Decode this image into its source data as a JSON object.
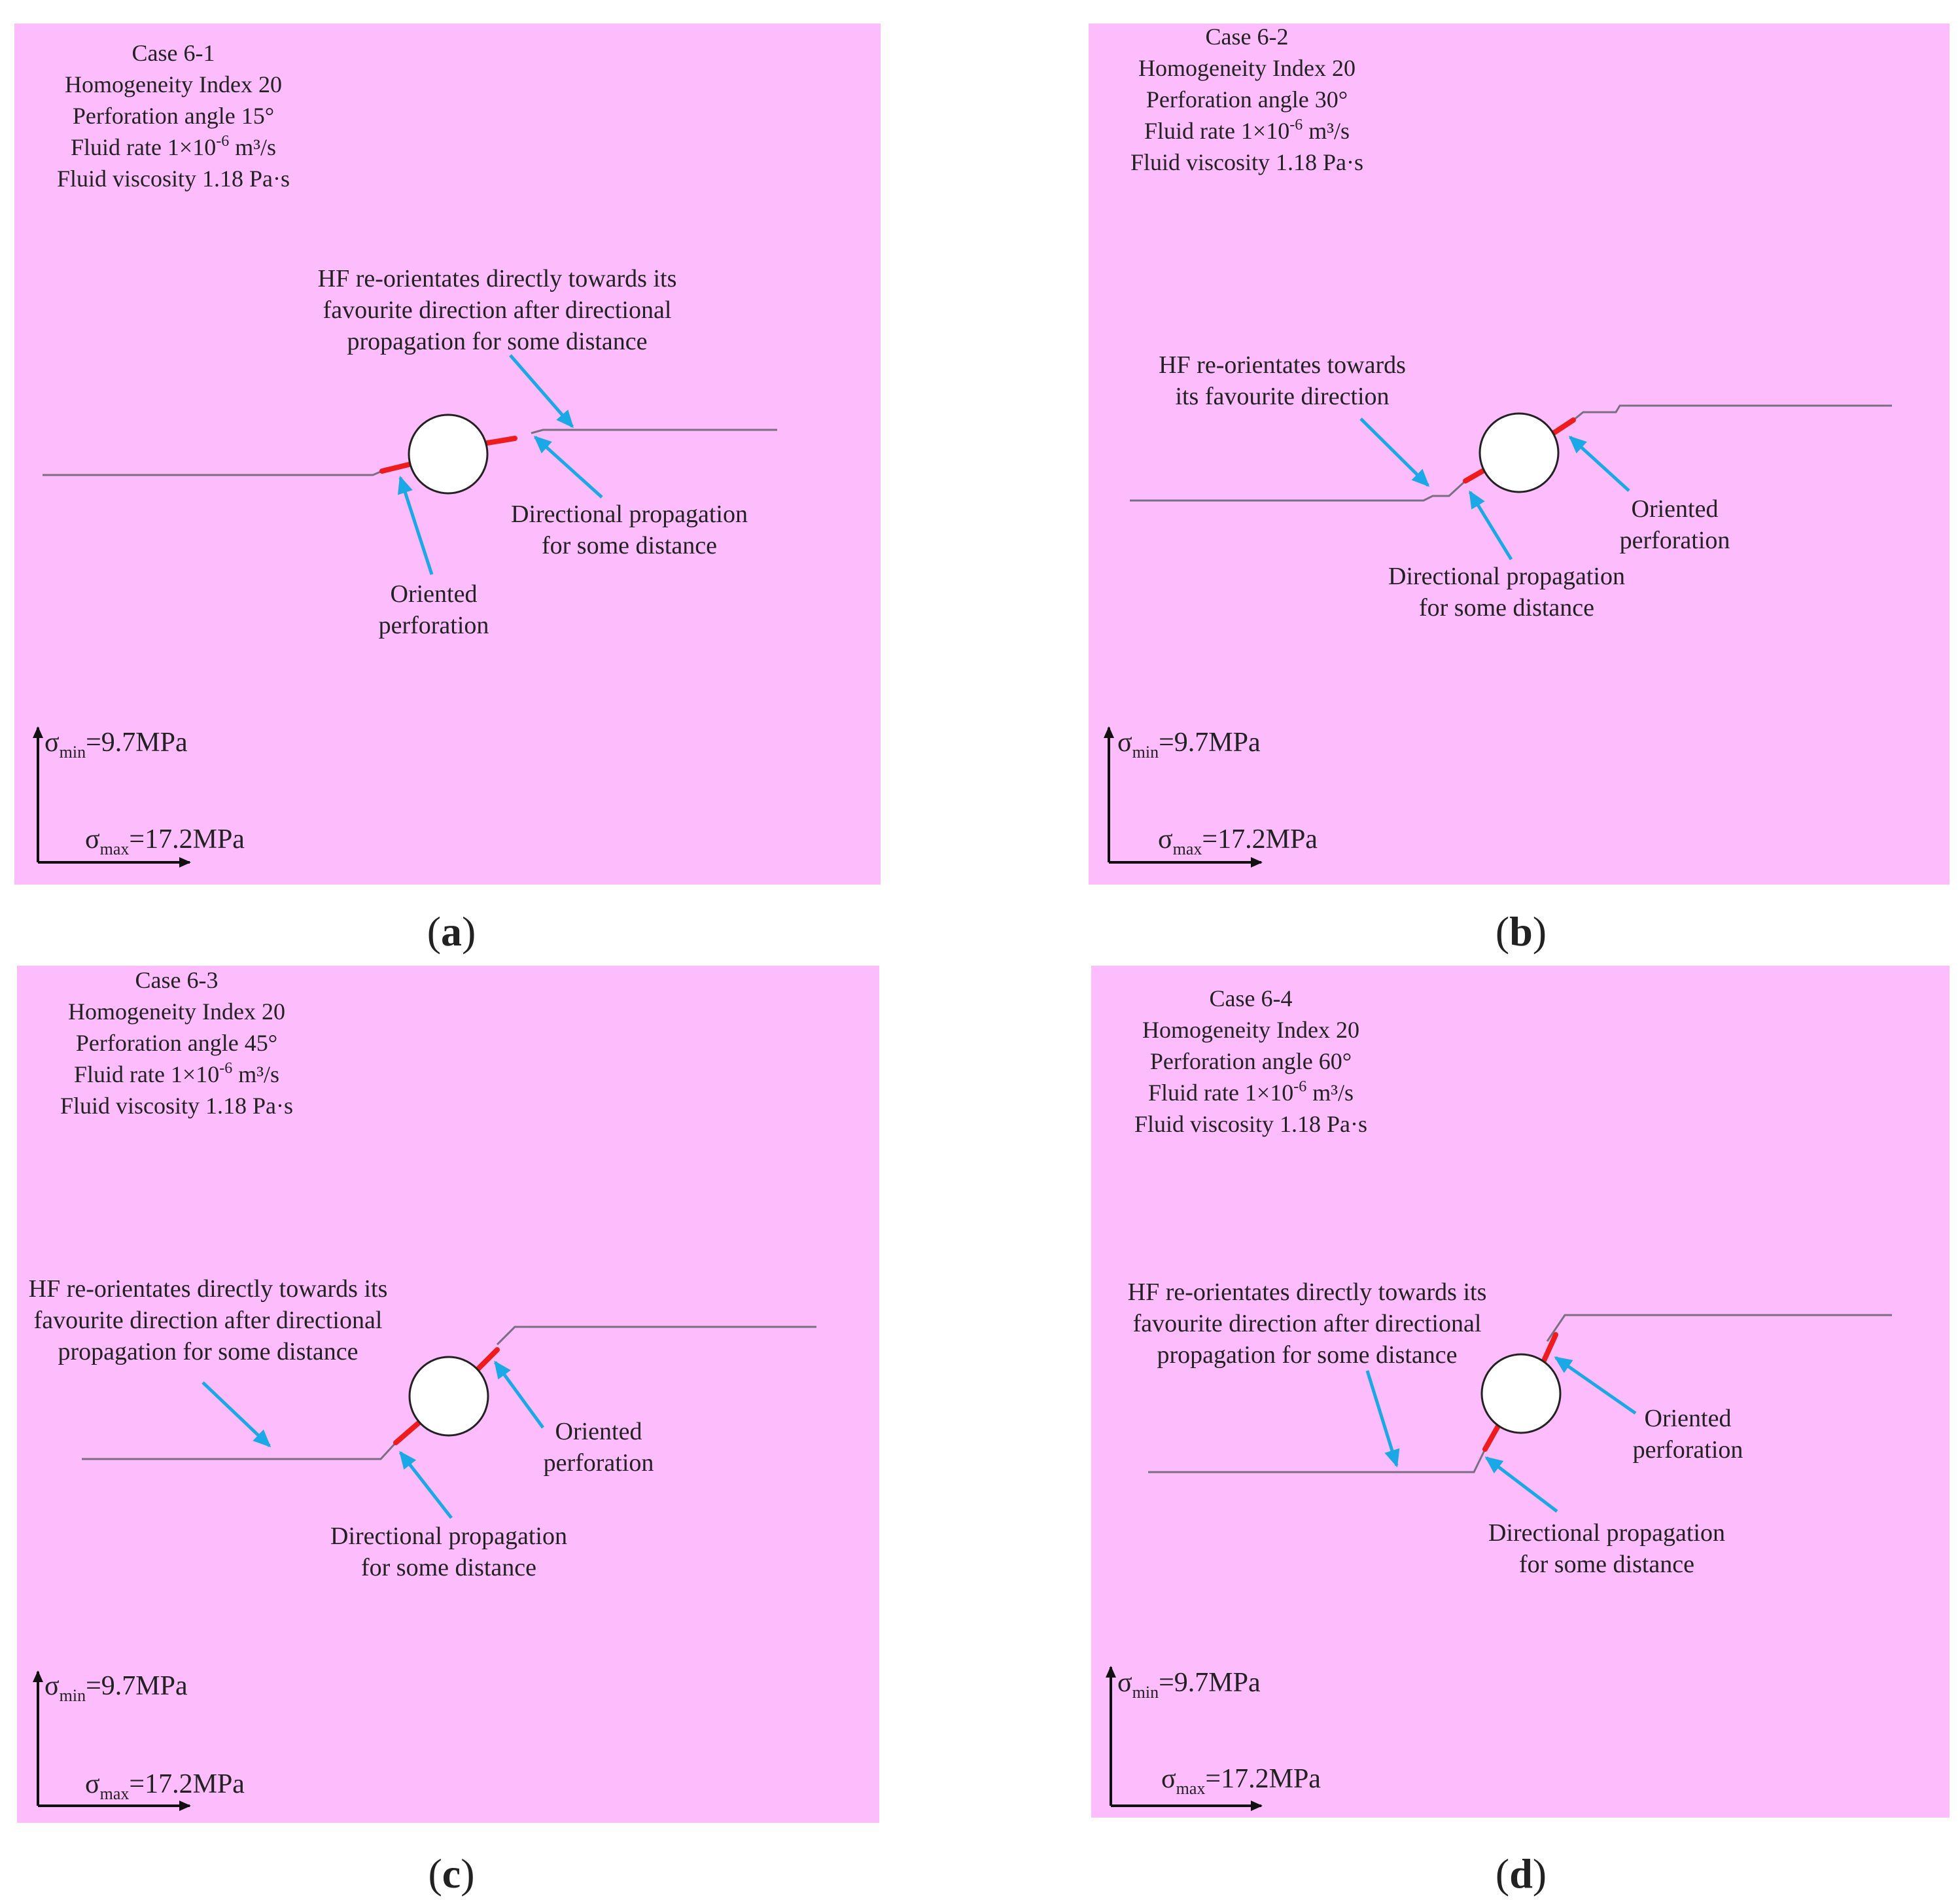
{
  "colors": {
    "background": "#fdbdfd",
    "fracture": "#7a6f82",
    "perforation": "#ee1c1c",
    "arrow": "#1aa8e6",
    "wellbore_fill": "#ffffff",
    "axes": "#111111"
  },
  "stress": {
    "sigma": "σ",
    "min_sub": "min",
    "min_value": "=9.7MPa",
    "max_sub": "max",
    "max_value": "=17.2MPa"
  },
  "panels": [
    {
      "id": "a",
      "label": "a",
      "perforation_angle_deg": 15,
      "info": {
        "case": "Case 6-1",
        "homogeneity": "Homogeneity Index 20",
        "perforation": "Perforation angle 15°",
        "fluid_rate_prefix": "Fluid rate 1×10",
        "fluid_rate_exp": "-6",
        "fluid_rate_unit": " m³/s",
        "viscosity": "Fluid viscosity 1.18 Pa·s"
      },
      "annotations": {
        "reorient": [
          "HF re-orientates directly towards its",
          "favourite direction after directional",
          "propagation for some distance"
        ],
        "directional": [
          "Directional propagation",
          "for some distance"
        ],
        "oriented": [
          "Oriented",
          "perforation"
        ]
      }
    },
    {
      "id": "b",
      "label": "b",
      "perforation_angle_deg": 30,
      "info": {
        "case": "Case 6-2",
        "homogeneity": "Homogeneity Index 20",
        "perforation": "Perforation angle 30°",
        "fluid_rate_prefix": "Fluid rate 1×10",
        "fluid_rate_exp": "-6",
        "fluid_rate_unit": " m³/s",
        "viscosity": "Fluid viscosity 1.18 Pa·s"
      },
      "annotations": {
        "reorient": [
          "HF re-orientates towards",
          "its favourite direction"
        ],
        "directional": [
          "Directional propagation",
          "for some distance"
        ],
        "oriented": [
          "Oriented",
          "perforation"
        ]
      }
    },
    {
      "id": "c",
      "label": "c",
      "perforation_angle_deg": 45,
      "info": {
        "case": "Case 6-3",
        "homogeneity": "Homogeneity Index 20",
        "perforation": "Perforation angle 45°",
        "fluid_rate_prefix": "Fluid rate 1×10",
        "fluid_rate_exp": "-6",
        "fluid_rate_unit": " m³/s",
        "viscosity": "Fluid viscosity 1.18 Pa·s"
      },
      "annotations": {
        "reorient": [
          "HF re-orientates directly towards its",
          "favourite direction after directional",
          "propagation for some distance"
        ],
        "directional": [
          "Directional propagation",
          "for some distance"
        ],
        "oriented": [
          "Oriented",
          "perforation"
        ]
      }
    },
    {
      "id": "d",
      "label": "d",
      "perforation_angle_deg": 60,
      "info": {
        "case": "Case 6-4",
        "homogeneity": "Homogeneity Index 20",
        "perforation": "Perforation angle 60°",
        "fluid_rate_prefix": "Fluid rate 1×10",
        "fluid_rate_exp": "-6",
        "fluid_rate_unit": " m³/s",
        "viscosity": "Fluid viscosity 1.18 Pa·s"
      },
      "annotations": {
        "reorient": [
          "HF re-orientates directly towards its",
          "favourite direction after directional",
          "propagation for some distance"
        ],
        "directional": [
          "Directional propagation",
          "for some distance"
        ],
        "oriented": [
          "Oriented",
          "perforation"
        ]
      }
    }
  ]
}
